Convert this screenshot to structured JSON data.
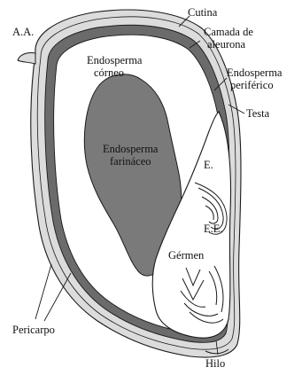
{
  "diagram": {
    "labels": {
      "aa": "A.A.",
      "cutina": "Cutina",
      "camada_line1": "Camada de",
      "camada_line2": "aleurona",
      "endo_corneo_line1": "Endosperma",
      "endo_corneo_line2": "córneo",
      "endo_periferico_line1": "Endosperma",
      "endo_periferico_line2": "periférico",
      "testa": "Testa",
      "endo_farinaceo_line1": "Endosperma",
      "endo_farinaceo_line2": "farináceo",
      "e": "E.",
      "ee": "E.E.",
      "germen": "Gérmen",
      "pericarpo": "Pericarpo",
      "hilo": "Hilo"
    },
    "colors": {
      "pericarp_fill": "#dcdcdc",
      "aleurone_fill": "#6b6b6b",
      "horny_endosperm_fill": "#ffffff",
      "floury_endosperm_fill": "#7a7a7a",
      "germ_fill": "#ffffff",
      "outline": "#1a1a1a"
    }
  }
}
